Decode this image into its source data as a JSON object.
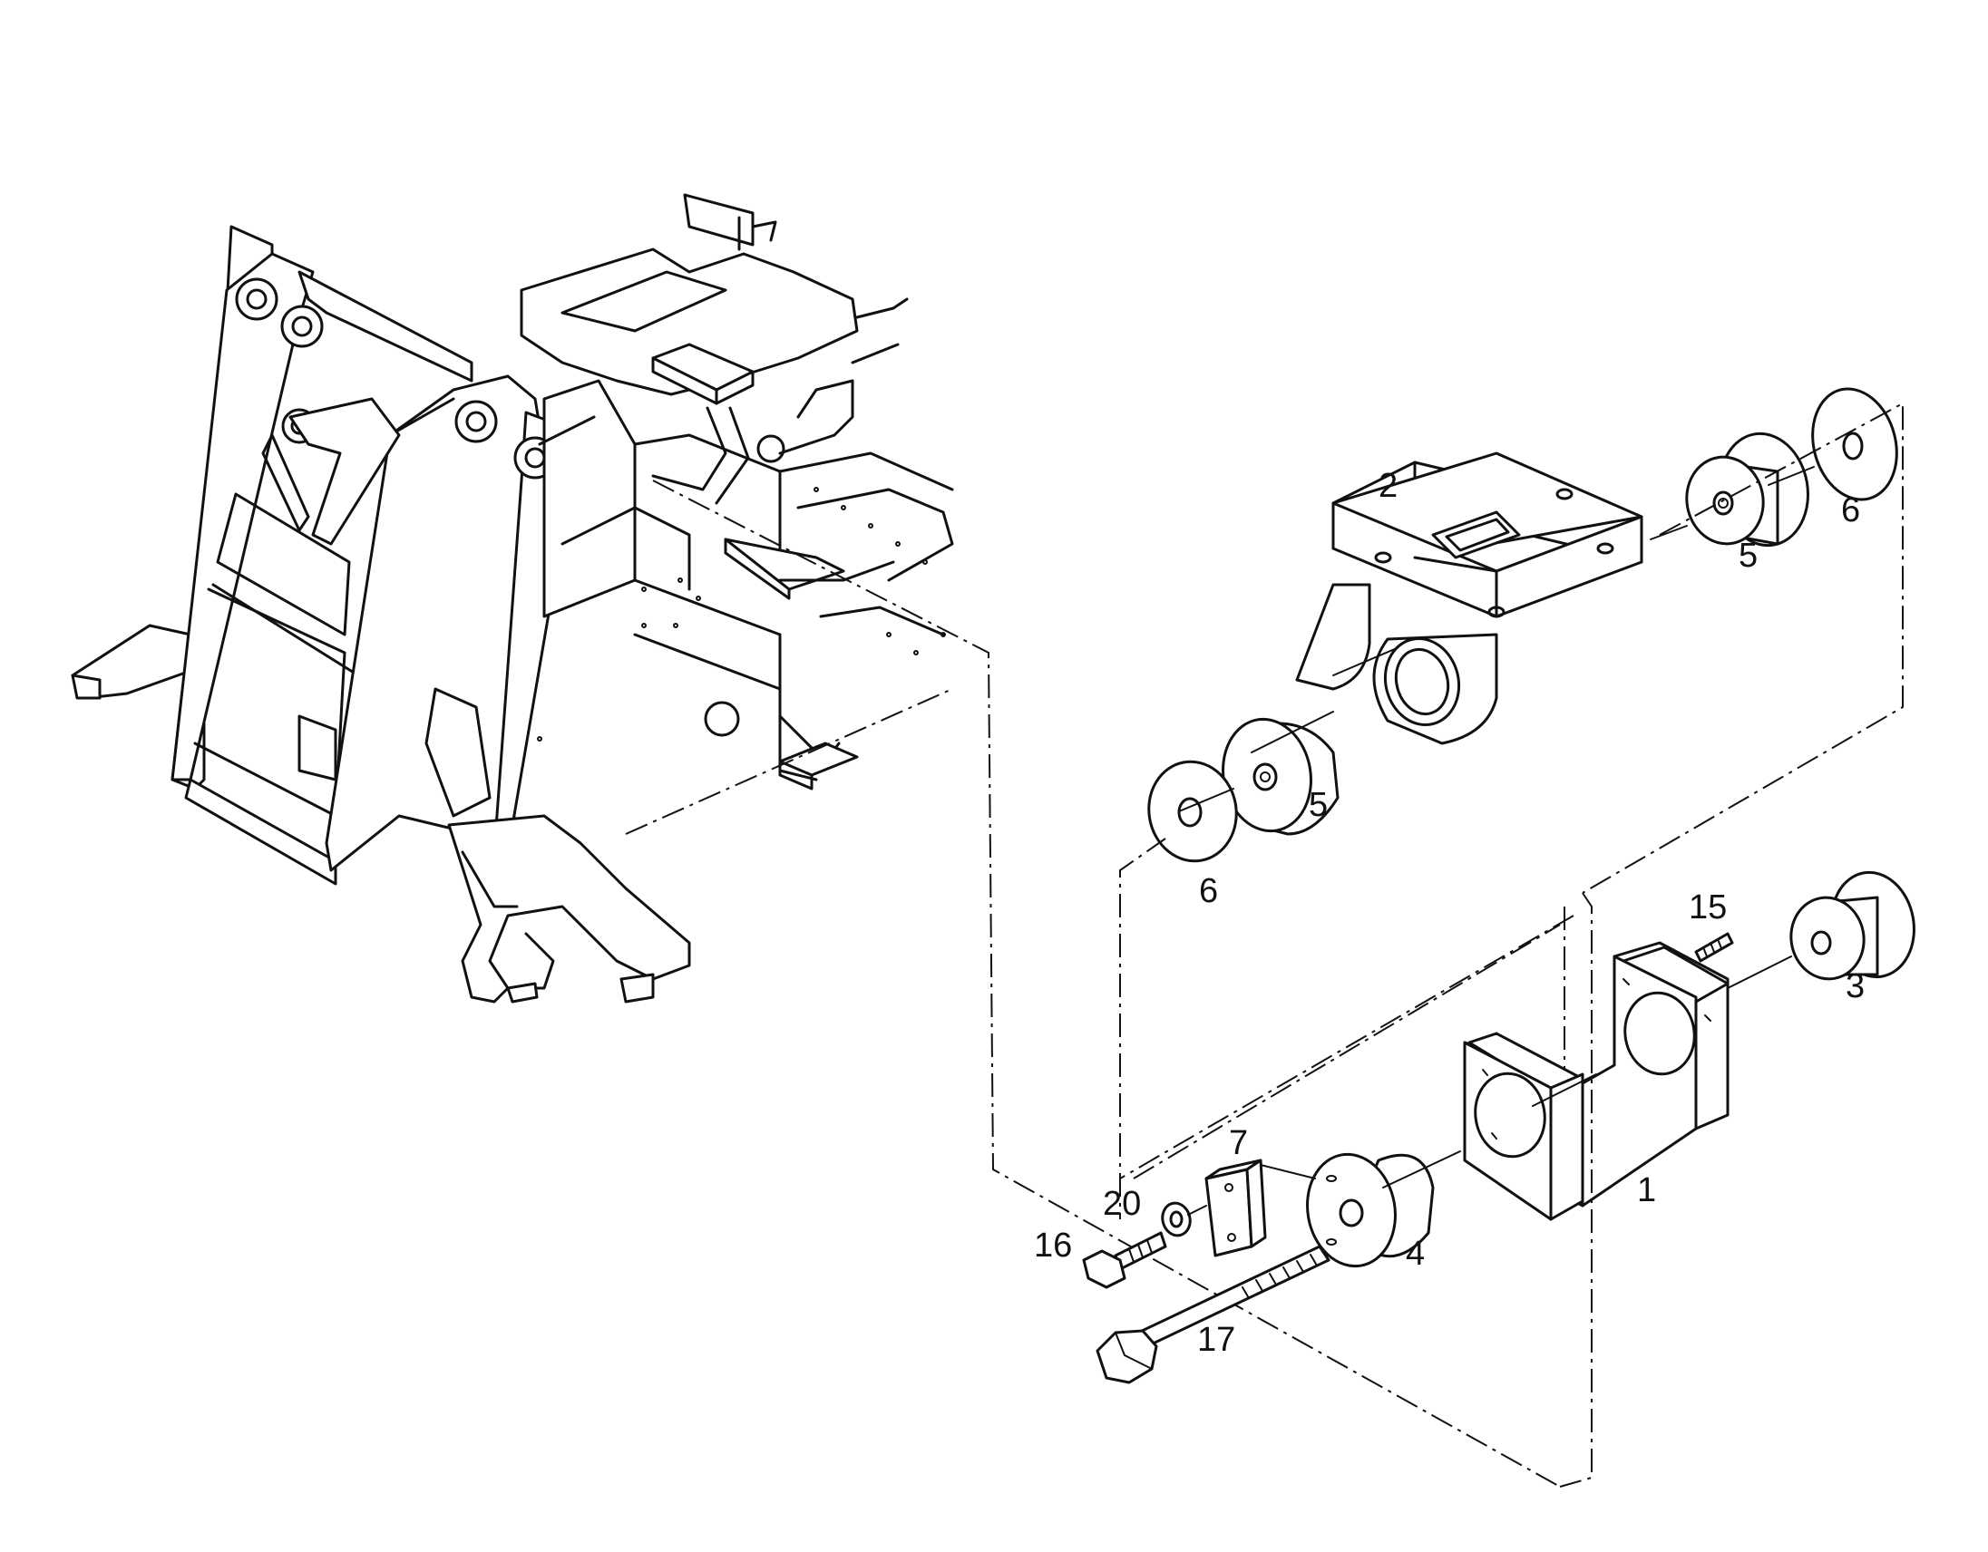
{
  "callouts": {
    "c1": "1",
    "c2": "2",
    "c3": "3",
    "c4": "4",
    "c5_top": "5",
    "c5_left": "5",
    "c6_top": "6",
    "c6_left": "6",
    "c7": "7",
    "c15": "15",
    "c16": "16",
    "c17": "17",
    "c20": "20"
  },
  "colors": {
    "line": "#111111",
    "background": "#ffffff"
  }
}
